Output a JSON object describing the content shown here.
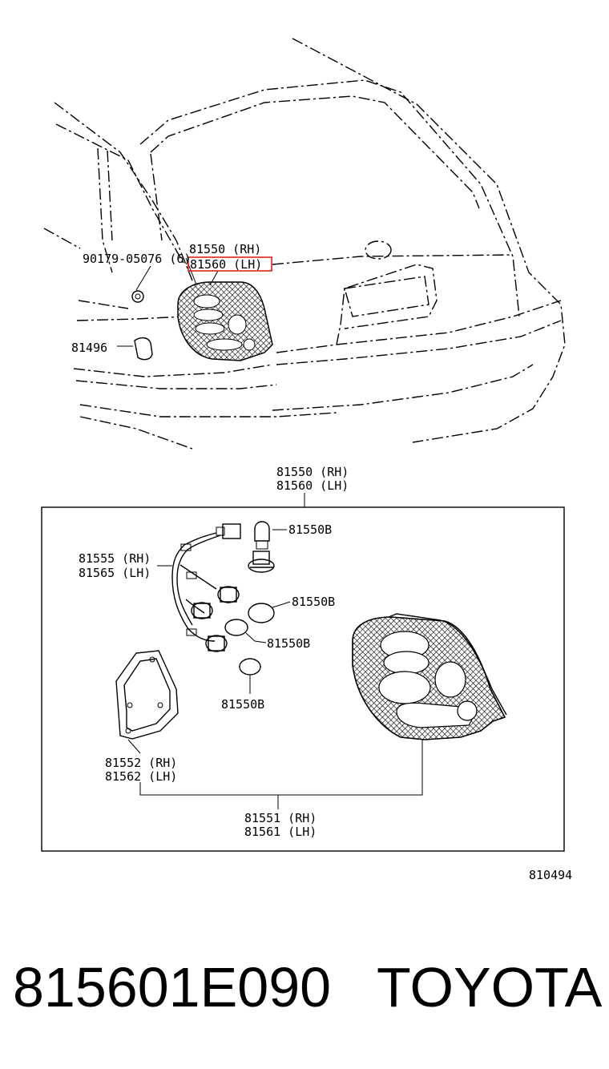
{
  "callouts": {
    "top_rh": "81550 (RH)",
    "top_lh": "81560 (LH)",
    "nut": "90179-05076 (6)",
    "cover": "81496",
    "assy_rh": "81550 (RH)",
    "assy_lh": "81560 (LH)",
    "bulb_1": "81550B",
    "bulb_2": "81550B",
    "bulb_3": "81550B",
    "bulb_4": "81550B",
    "wire_rh": "81555 (RH)",
    "wire_lh": "81565 (LH)",
    "gasket_rh": "81552 (RH)",
    "gasket_lh": "81562 (LH)",
    "lens_rh": "81551 (RH)",
    "lens_lh": "81561 (LH)",
    "diagram_id": "810494"
  },
  "caption": {
    "part_number": "815601E090",
    "brand": "TOYOTA"
  },
  "colors": {
    "line": "#000000",
    "highlight": "#e0201b",
    "background": "#ffffff"
  }
}
